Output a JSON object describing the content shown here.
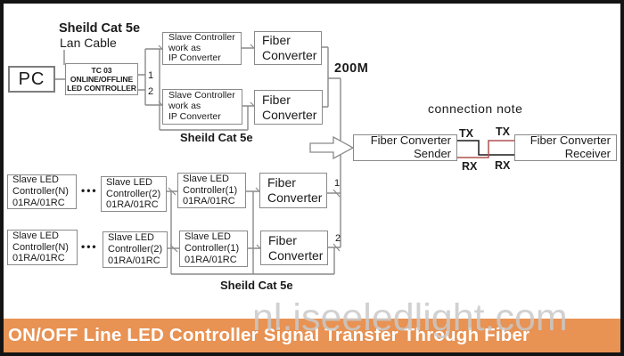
{
  "banner": {
    "title": "ON/OFF Line LED Controller Signal Transfer Through Fiber"
  },
  "watermark": "nl.iseeledlight.com",
  "labels": {
    "shield_cat5e": "Sheild Cat 5e",
    "lan_cable": "Lan Cable",
    "port1": "1",
    "port2": "2",
    "distance": "200M",
    "connection_note": "connection note",
    "tx": "TX",
    "rx": "RX",
    "ellipsis": "•••"
  },
  "boxes": {
    "pc": {
      "lines": [
        "PC"
      ]
    },
    "controller": {
      "lines": [
        "TC 03",
        "ONLINE/OFFLINE",
        "LED CONTROLLER"
      ]
    },
    "slave_ip_1": {
      "lines": [
        "Slave Controller",
        "work as",
        "IP Converter"
      ]
    },
    "slave_ip_2": {
      "lines": [
        "Slave Controller",
        "work as",
        "IP Converter"
      ]
    },
    "fiber_top_1": {
      "lines": [
        "Fiber",
        "Converter"
      ]
    },
    "fiber_top_2": {
      "lines": [
        "Fiber",
        "Converter"
      ]
    },
    "slave_n_1": {
      "lines": [
        "Slave LED",
        "Controller(N)",
        "01RA/01RC"
      ]
    },
    "slave_2_1": {
      "lines": [
        "Slave LED",
        "Controller(2)",
        "01RA/01RC"
      ]
    },
    "slave_1_1": {
      "lines": [
        "Slave LED",
        "Controller(1)",
        "01RA/01RC"
      ]
    },
    "fiber_bottom_1": {
      "lines": [
        "Fiber",
        "Converter"
      ]
    },
    "slave_n_2": {
      "lines": [
        "Slave LED",
        "Controller(N)",
        "01RA/01RC"
      ]
    },
    "slave_2_2": {
      "lines": [
        "Slave LED",
        "Controller(2)",
        "01RA/01RC"
      ]
    },
    "slave_1_2": {
      "lines": [
        "Slave LED",
        "Controller(1)",
        "01RA/01RC"
      ]
    },
    "fiber_bottom_2": {
      "lines": [
        "Fiber",
        "Converter"
      ]
    },
    "sender": {
      "lines": [
        "Fiber Converter",
        "Sender"
      ]
    },
    "receiver": {
      "lines": [
        "Fiber Converter",
        "Receiver"
      ]
    }
  },
  "colors": {
    "banner_bg": "#e89253",
    "watermark": "#c9c9c9",
    "wire": "#8a8a8a",
    "tx_wire": "#1a1a1a",
    "rx_wire": "#b05050"
  }
}
